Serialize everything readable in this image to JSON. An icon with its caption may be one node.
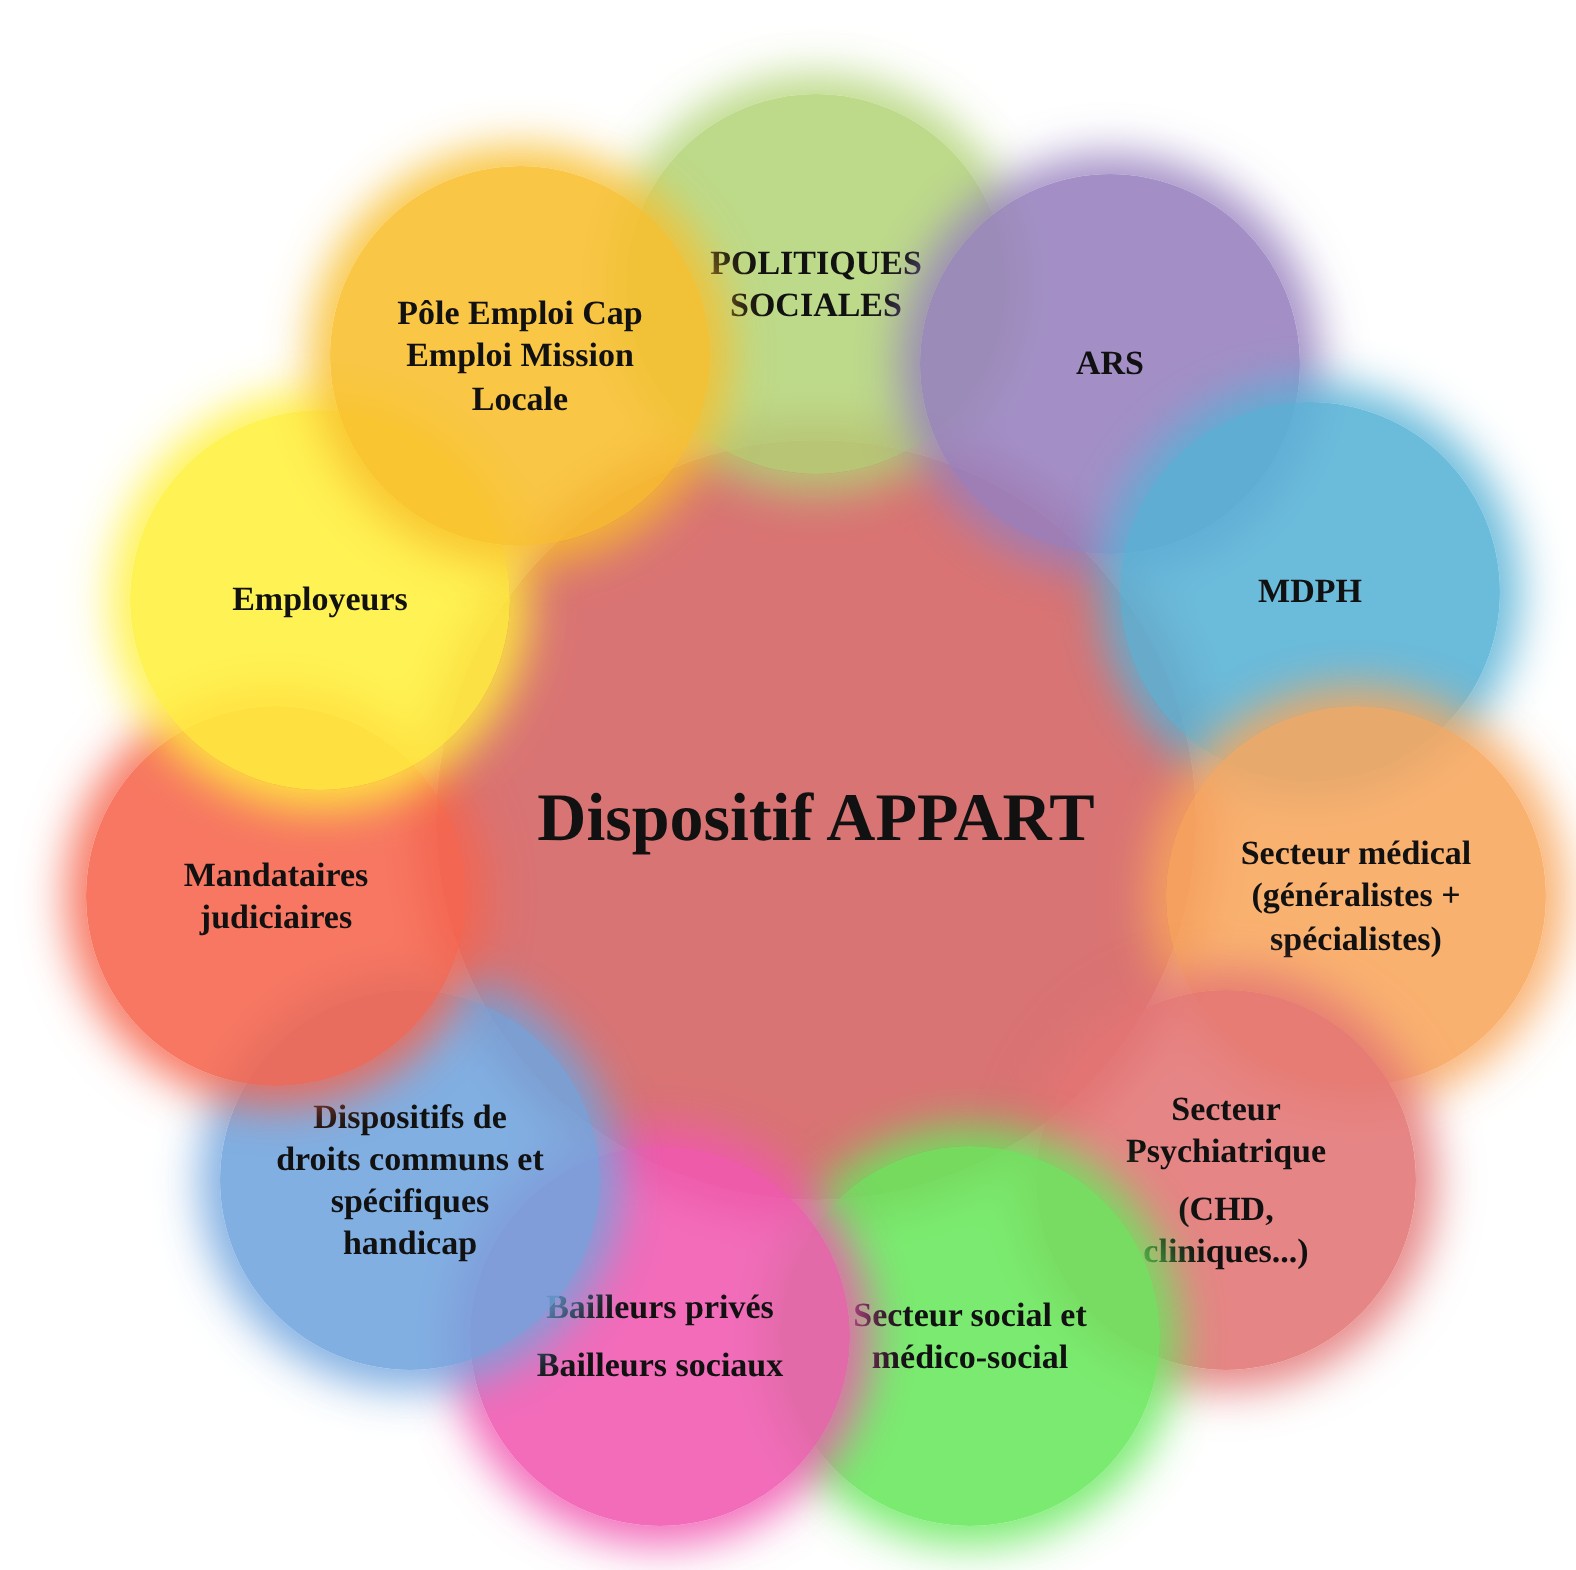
{
  "diagram": {
    "nodes": [
      {
        "text": [
          "Dispositif APPART"
        ]
      },
      {
        "text": [
          "POLITIQUES SOCIALES"
        ]
      },
      {
        "text": [
          "ARS"
        ]
      },
      {
        "text": [
          "MDPH"
        ]
      },
      {
        "text": [
          "Secteur médical (généralistes + spécialistes)"
        ]
      },
      {
        "text": [
          "Secteur Psychiatrique",
          "(CHD, cliniques...)"
        ]
      },
      {
        "text": [
          "Secteur social et médico-social"
        ]
      },
      {
        "text": [
          "Bailleurs privés",
          "Bailleurs sociaux"
        ]
      },
      {
        "text": [
          "Dispositifs de droits communs et spécifiques handicap"
        ]
      },
      {
        "text": [
          "Mandataires judiciaires"
        ]
      },
      {
        "text": [
          "Employeurs"
        ]
      },
      {
        "text": [
          "Pôle Emploi Cap Emploi Mission Locale"
        ]
      }
    ]
  }
}
